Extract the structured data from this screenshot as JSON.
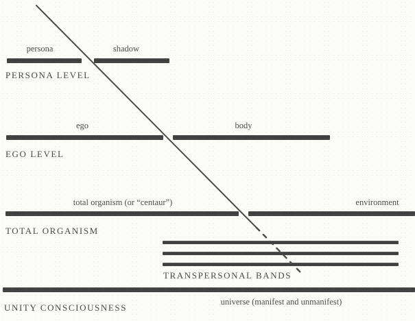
{
  "figure_name": "spectrum-of-consciousness-diagram",
  "colors": {
    "background": "#fbfbf8",
    "bar": "#3f3f3f",
    "line": "#4b4b4b",
    "text": "#4e4e4e"
  },
  "levels": {
    "persona": {
      "left_label": "persona",
      "right_label": "shadow",
      "title": "PERSONA LEVEL"
    },
    "ego": {
      "left_label": "ego",
      "right_label": "body",
      "title": "EGO LEVEL"
    },
    "organism": {
      "left_label": "total organism (or “centaur”)",
      "right_label": "environment",
      "title": "TOTAL ORGANISM"
    },
    "transpersonal": {
      "title": "TRANSPERSONAL BANDS",
      "band_count": 3
    },
    "unity": {
      "title": "UNITY CONSCIOUSNESS",
      "label": "universe (manifest and unmanifest)"
    }
  },
  "diagonal_line": {
    "solid_from": "53,8",
    "solid_to": "374,332",
    "dashed_from": "374,332",
    "dashed_to": "442,401"
  }
}
